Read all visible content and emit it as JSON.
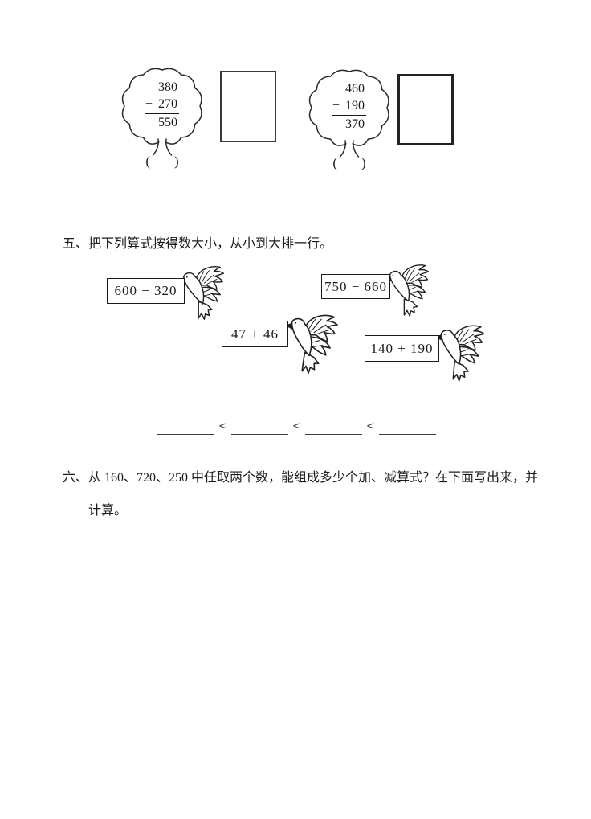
{
  "page": {
    "background": "#ffffff",
    "ink_color": "#1b1b1b"
  },
  "tree_fill_section": {
    "problems": [
      {
        "top_number": "380",
        "operator": "+",
        "second_number": "270",
        "result": "550",
        "paren_left": "(",
        "paren_right": ")"
      },
      {
        "top_number": "460",
        "operator": "−",
        "second_number": "190",
        "result": "370",
        "paren_left": "(",
        "paren_right": ")"
      }
    ]
  },
  "section_five": {
    "title": "五、把下列算式按得数大小，从小到大排一行。",
    "expressions": [
      {
        "label": "600 − 320"
      },
      {
        "label": "750 − 660"
      },
      {
        "label": "47 + 46"
      },
      {
        "label": "140 + 190"
      }
    ],
    "comparison_separator": "<",
    "comparison_blanks": 4
  },
  "section_six": {
    "line1": "六、从 160、720、250 中任取两个数，能组成多少个加、减算式？在下面写出来，并",
    "line2": "计算。"
  }
}
